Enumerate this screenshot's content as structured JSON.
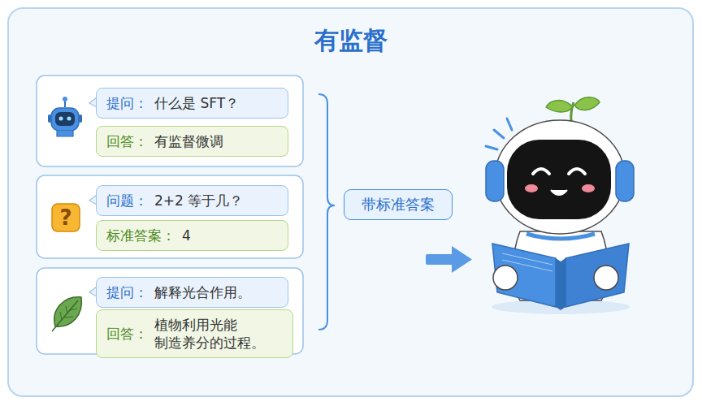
{
  "diagram": {
    "title": "有监督",
    "nodes": [
      {
        "text": [
          "提问：",
          "什么是 SFT？"
        ]
      },
      {
        "text": [
          "回答：",
          "有监督微调"
        ]
      },
      {
        "text": [
          "问题：",
          "2+2 等于几？"
        ]
      },
      {
        "text": [
          "标准答案：",
          "4"
        ]
      },
      {
        "text": [
          "提问：",
          "解释光合作用。"
        ]
      },
      {
        "text": [
          "回答：",
          "植物利用光能 制造养分的过程。"
        ]
      },
      {
        "text": [
          "带标准答案"
        ]
      }
    ],
    "labels": [
      "?"
    ]
  }
}
